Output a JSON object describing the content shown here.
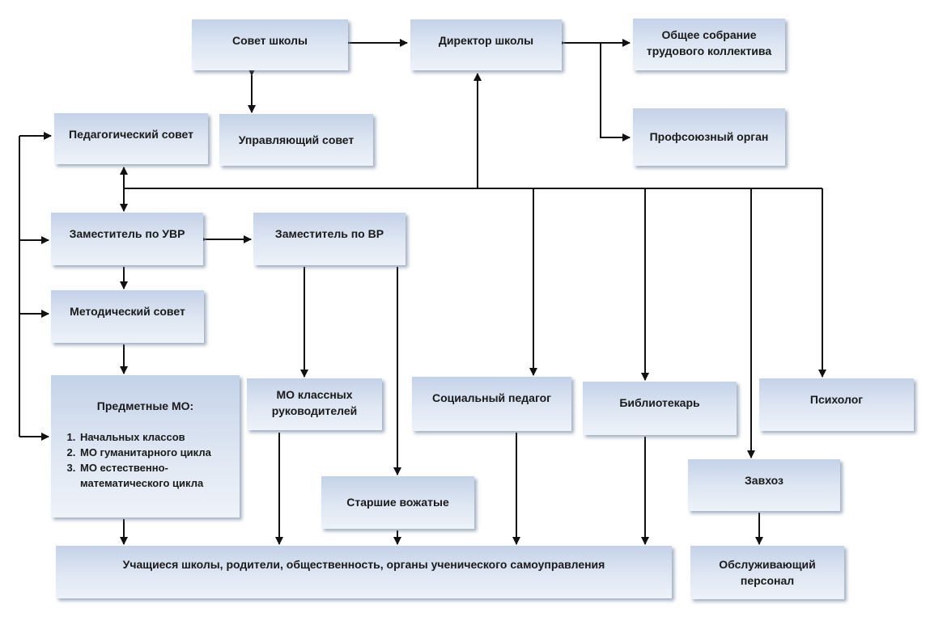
{
  "boxes": {
    "school_council": "Совет школы",
    "director": "Директор школы",
    "general_meeting": "Общее собрание трудового коллектива",
    "pedagogical_council": "Педагогический совет",
    "managing_council": "Управляющий совет",
    "trade_union": "Профсоюзный орган",
    "deputy_uvr": "Заместитель по УВР",
    "deputy_vr": "Заместитель по ВР",
    "methodical_council": "Методический совет",
    "subject_mo": {
      "title": "Предметные МО:",
      "items": [
        "Начальных классов",
        "МО гуманитарного цикла",
        "МО естественно-математического цикла"
      ]
    },
    "class_teachers_mo": "МО классных руководителей",
    "social_pedagogue": "Социальный педагог",
    "librarian": "Библиотекарь",
    "psychologist": "Психолог",
    "supply_manager": "Завхоз",
    "senior_counselors": "Старшие вожатые",
    "students_parents": "Учащиеся школы, родители, общественность, органы ученического самоуправления",
    "service_staff": "Обслуживающий персонал"
  }
}
